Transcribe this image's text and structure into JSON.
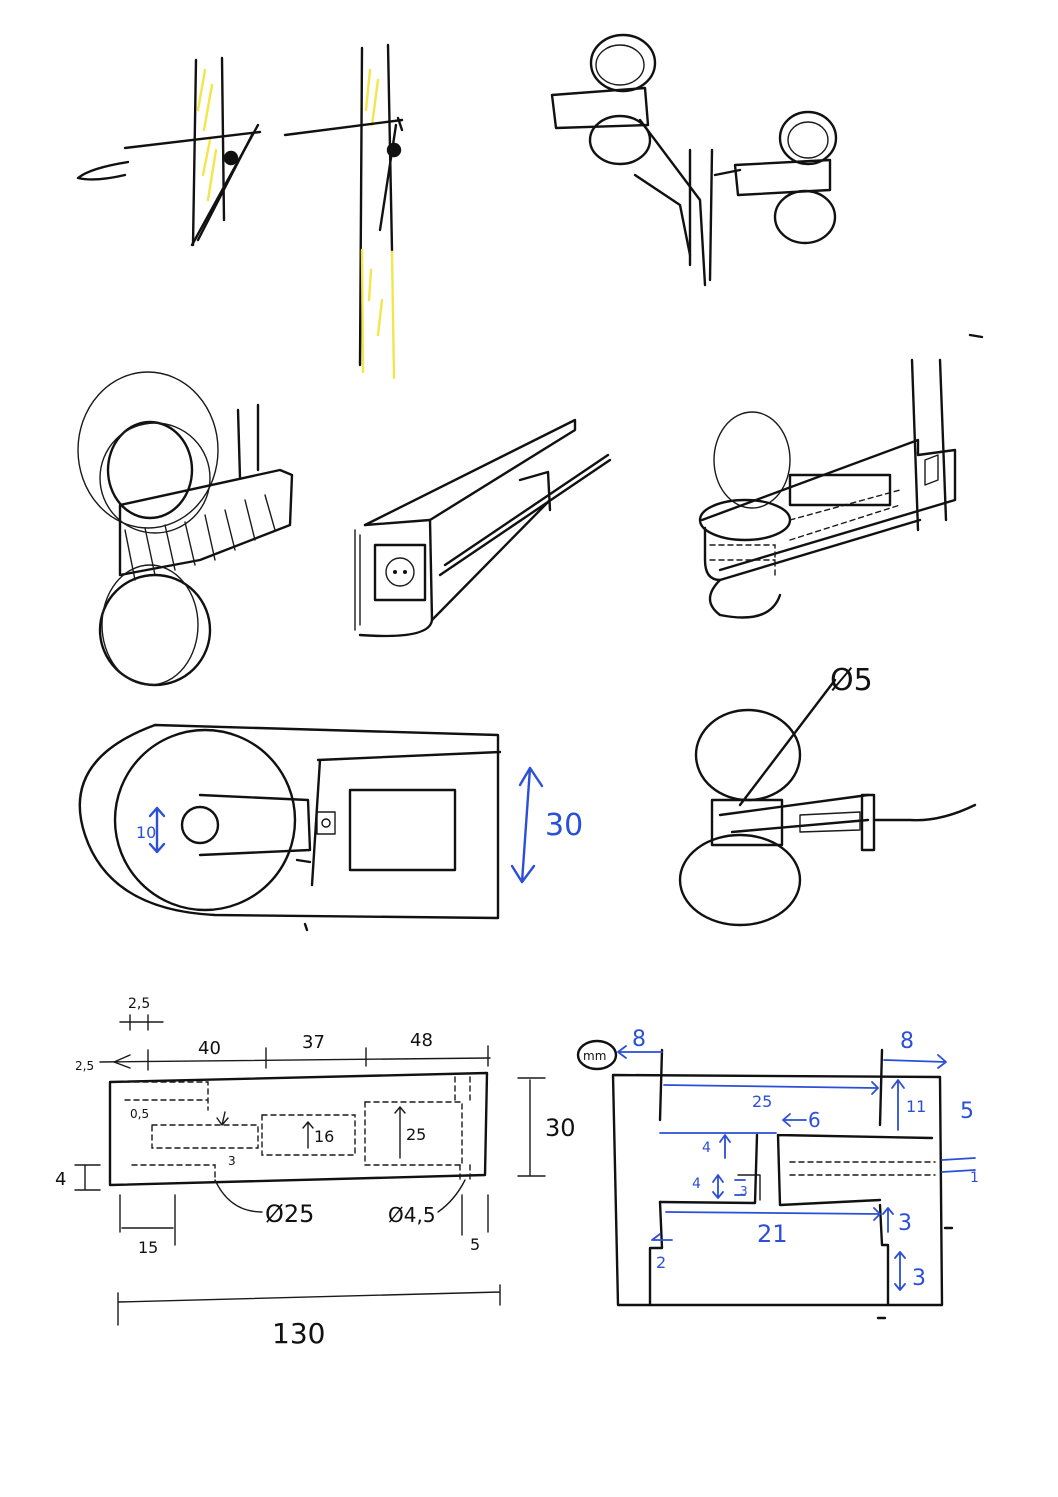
{
  "colors": {
    "ink": "#111111",
    "highlight": "#f2e64a",
    "annotation": "#2b4fd6",
    "paper": "#ffffff"
  },
  "sketch_top_view": {
    "dim_width": "30",
    "dim_hole": "10"
  },
  "sketch_side_view": {
    "dim_rod": "Ø5"
  },
  "drawing_front": {
    "dim_offset_a": "2,5",
    "dim_offset_b": "2,5",
    "dim_seg_1": "40",
    "dim_seg_2": "37",
    "dim_seg_3": "48",
    "dim_height": "30",
    "dim_small_a": "0,5",
    "dim_small_b": "3",
    "dim_bore_16": "16",
    "dim_bore_25": "25",
    "dim_left_4": "4",
    "dim_dia_25": "Ø25",
    "dim_dia_45": "Ø4,5",
    "dim_15": "15",
    "dim_5": "5",
    "dim_total": "130"
  },
  "drawing_section": {
    "unit_tag": "mm",
    "dim_8_left": "8",
    "dim_8_right": "8",
    "dim_25": "25",
    "dim_6": "6",
    "dim_11": "11",
    "dim_4_upper": "4",
    "dim_4_lower": "4",
    "dim_3_small": "3",
    "dim_21": "21",
    "dim_3_right_a": "3",
    "dim_3_right_b": "3",
    "dim_2": "2",
    "dim_5_right": "5",
    "dim_1_right": "1"
  }
}
